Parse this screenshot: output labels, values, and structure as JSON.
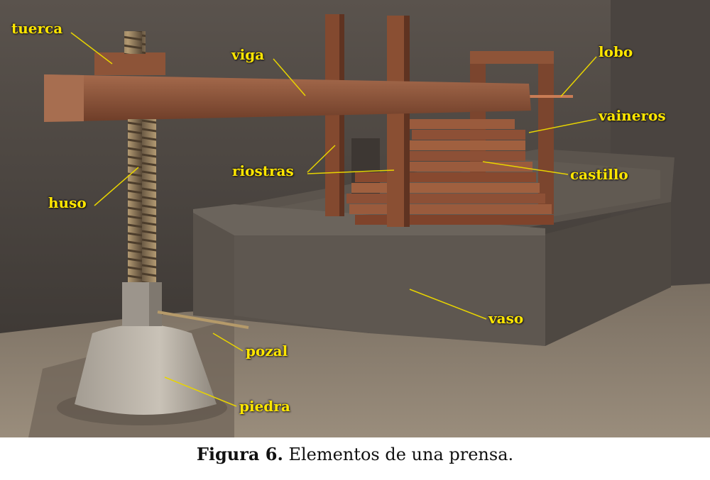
{
  "labels": {
    "tuerca": "tuerca",
    "viga": "viga",
    "lobo": "lobo",
    "vaineros": "vaineros",
    "riostras": "riostras",
    "castillo": "castillo",
    "huso": "huso",
    "vaso": "vaso",
    "pozal": "pozal",
    "piedra": "piedra"
  },
  "caption": {
    "number": "Figura 6.",
    "text": "Elementos de una prensa."
  },
  "colors": {
    "label_text": "#ffe600",
    "leader_line": "#e8d400",
    "wood": "#8a4f35",
    "stone": "#5f574f",
    "wall": "#4f4944",
    "floor": "#8a7e70"
  }
}
